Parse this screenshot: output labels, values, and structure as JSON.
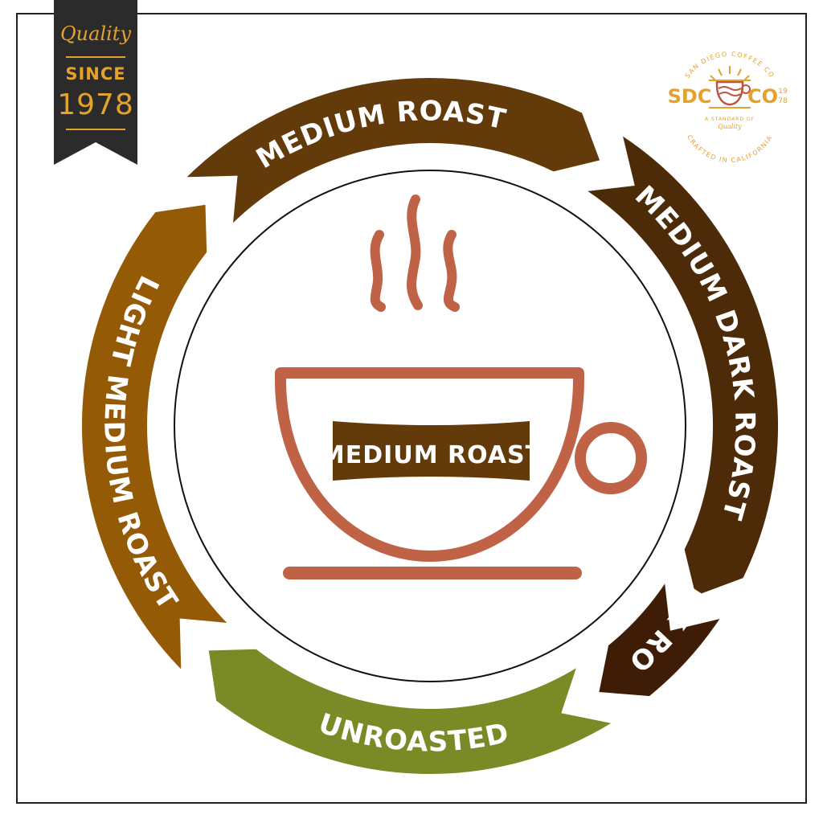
{
  "badge": {
    "quality": "Quality",
    "since": "SINCE",
    "year": "1978"
  },
  "stages": [
    {
      "label": "UNROASTED",
      "color": "#7a8a26"
    },
    {
      "label": "LIGHT MEDIUM ROAST",
      "color": "#955a06"
    },
    {
      "label": "MEDIUM ROAST",
      "color": "#633b0a"
    },
    {
      "label": "MEDIUM DARK ROAST",
      "color": "#4e2b08"
    },
    {
      "label": "DARK ROAST",
      "color": "#3e1c06"
    }
  ],
  "center": {
    "label": "MEDIUM ROAST",
    "banner_color": "#633b0a",
    "cup_color": "#bf6246"
  },
  "logo": {
    "arc_top": "SAN DIEGO COFFEE CO",
    "left": "SDC",
    "right": "CO",
    "year_top": "19",
    "year_bottom": "78",
    "tagline": "A STANDARD OF",
    "script": "Quality",
    "arc_bottom": "CRAFTED IN CALIFORNIA",
    "color": "#e3a22b",
    "accent": "#c0553f"
  }
}
